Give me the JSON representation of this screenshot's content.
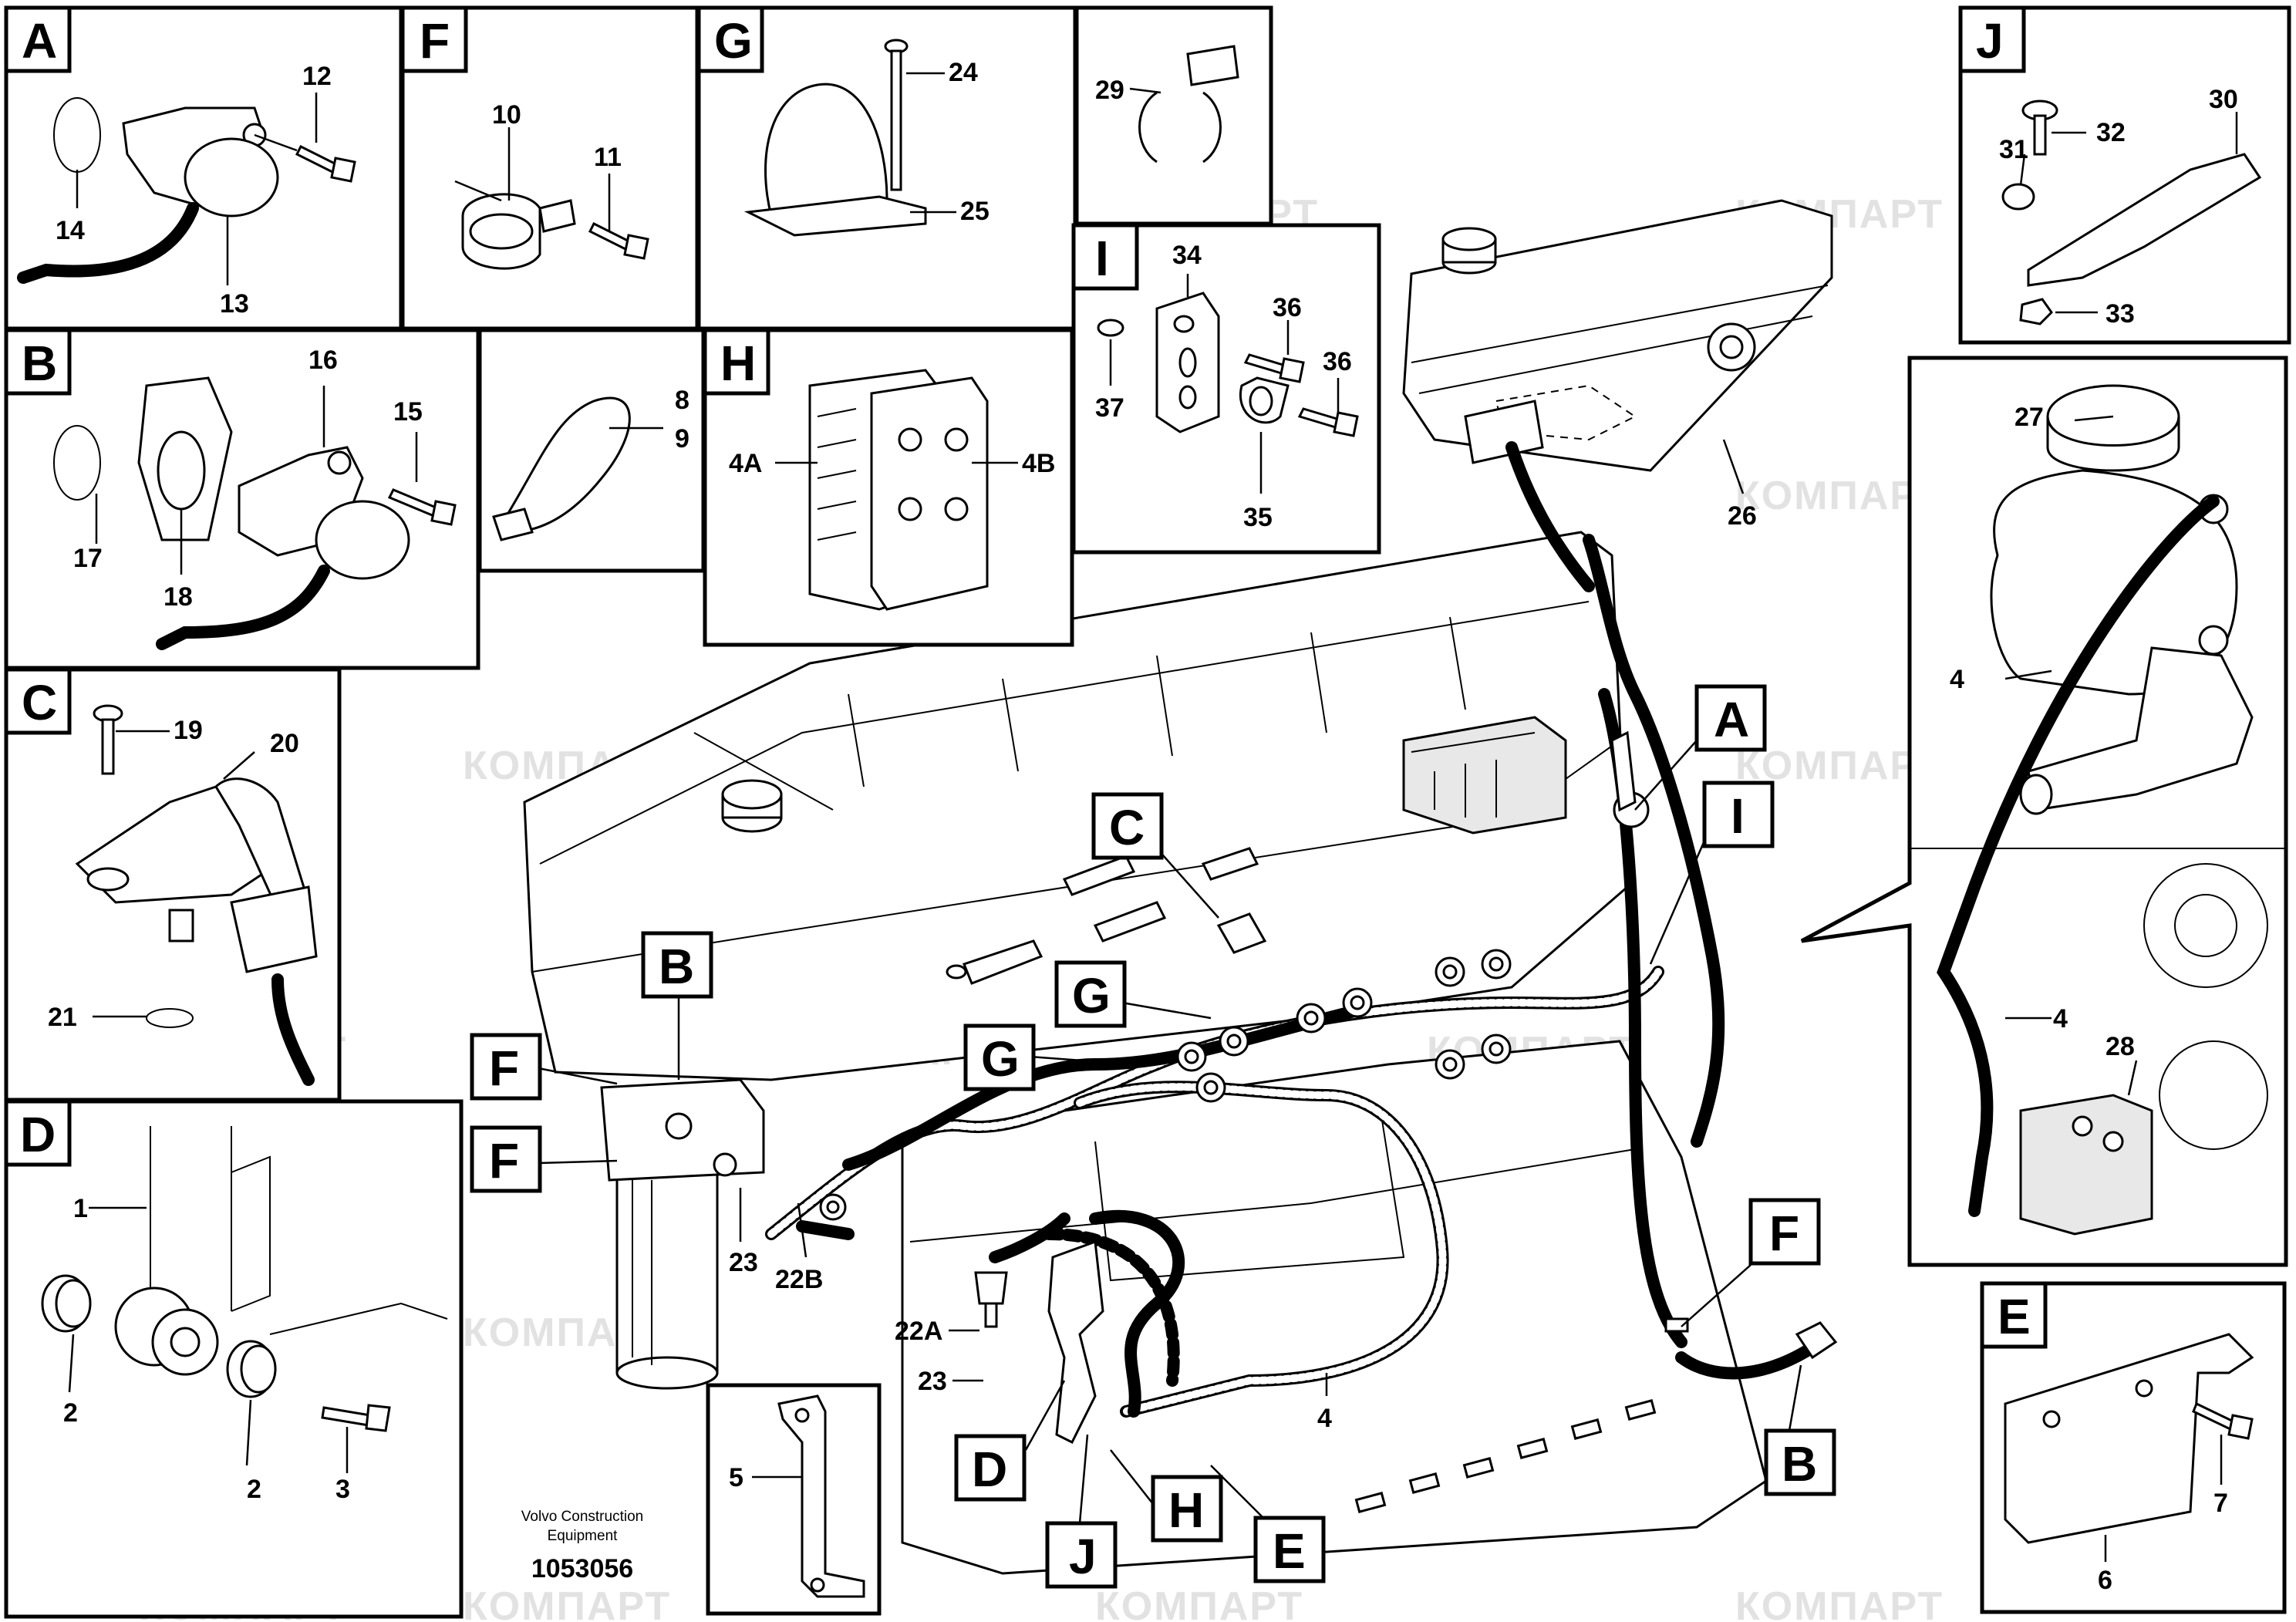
{
  "watermark": "КОМПАРТ",
  "panels": {
    "A": {
      "letter": "A",
      "labels": [
        "12",
        "14",
        "13"
      ]
    },
    "B": {
      "letter": "B",
      "labels": [
        "16",
        "15",
        "17",
        "18"
      ]
    },
    "C": {
      "letter": "C",
      "labels": [
        "19",
        "20",
        "21"
      ]
    },
    "D": {
      "letter": "D",
      "labels": [
        "1",
        "2",
        "2",
        "3"
      ]
    },
    "E": {
      "letter": "E",
      "labels": [
        "6",
        "7"
      ]
    },
    "F": {
      "letter": "F",
      "labels": [
        "10",
        "11"
      ]
    },
    "G": {
      "letter": "G",
      "labels": [
        "24",
        "25"
      ]
    },
    "clip": {
      "labels": [
        "29"
      ]
    },
    "tie": {
      "labels": [
        "8",
        "9"
      ]
    },
    "H": {
      "letter": "H",
      "labels": [
        "4A",
        "4B"
      ]
    },
    "I": {
      "letter": "I",
      "labels": [
        "34",
        "36",
        "36",
        "37",
        "35"
      ]
    },
    "J": {
      "letter": "J",
      "labels": [
        "30",
        "32",
        "31",
        "33"
      ]
    },
    "K": {
      "labels": [
        "27",
        "4",
        "4",
        "28"
      ]
    },
    "bracket5": {
      "labels": [
        "5"
      ]
    }
  },
  "main": {
    "callouts": [
      "A",
      "I",
      "C",
      "B",
      "G",
      "G",
      "F",
      "F",
      "F",
      "B",
      "D",
      "J",
      "H",
      "E"
    ],
    "labels": [
      "26",
      "4",
      "23",
      "22B",
      "22A",
      "23"
    ]
  },
  "caption": {
    "line1": "Volvo Construction",
    "line2": "Equipment",
    "doc_number": "1053056"
  }
}
